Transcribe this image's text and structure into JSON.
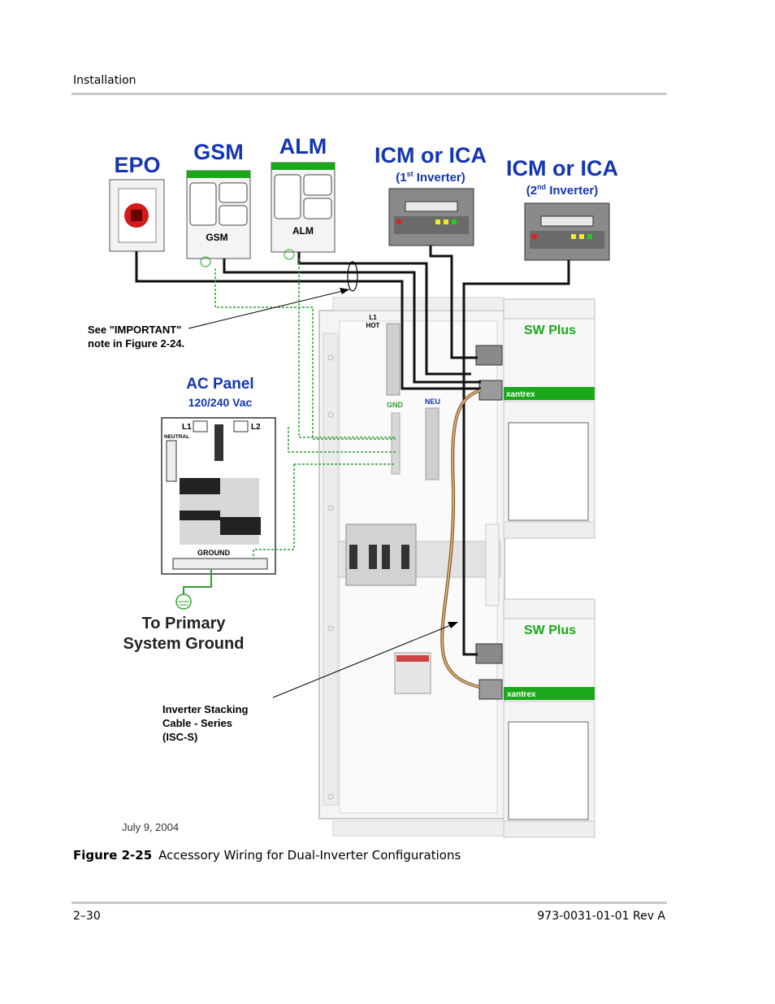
{
  "header": {
    "section": "Installation"
  },
  "figure": {
    "caption_number": "Figure 2-25",
    "caption_text": "Accessory Wiring for Dual-Inverter Configurations",
    "date": "July 9, 2004",
    "labels": {
      "epo": "EPO",
      "gsm": "GSM",
      "gsm_device": "GSM",
      "alm": "ALM",
      "alm_device": "ALM",
      "icm1_title": "ICM or ICA",
      "icm1_sub_a": "(1",
      "icm1_sub_sup": "st",
      "icm1_sub_b": " Inverter)",
      "icm2_title": "ICM or ICA",
      "icm2_sub_a": "(2",
      "icm2_sub_sup": "nd",
      "icm2_sub_b": " Inverter)",
      "important_note_1": "See \"IMPORTANT\"",
      "important_note_2": "note in Figure 2-24.",
      "ac_panel": "AC Panel",
      "ac_voltage": "120/240 Vac",
      "l1": "L1",
      "l2": "L2",
      "neutral": "NEUTRAL",
      "ground": "GROUND",
      "l1_hot_1": "L1",
      "l1_hot_2": "HOT",
      "gnd": "GND",
      "neu": "NEU",
      "sw_plus_1": "SW Plus",
      "sw_plus_2": "SW Plus",
      "xantrex_1": "xantrex",
      "xantrex_2": "xantrex",
      "primary_ground_1": "To Primary",
      "primary_ground_2": "System Ground",
      "stacking_1": "Inverter Stacking",
      "stacking_2": "Cable - Series",
      "stacking_3": "(ISC-S)"
    }
  },
  "footer": {
    "page": "2–30",
    "doc_id": "973-0031-01-01 Rev A"
  },
  "colors": {
    "title_blue": "#1436b4",
    "xantrex_green": "#1aa81a",
    "wire_green": "#2fa02f",
    "wire_black": "#111111"
  }
}
